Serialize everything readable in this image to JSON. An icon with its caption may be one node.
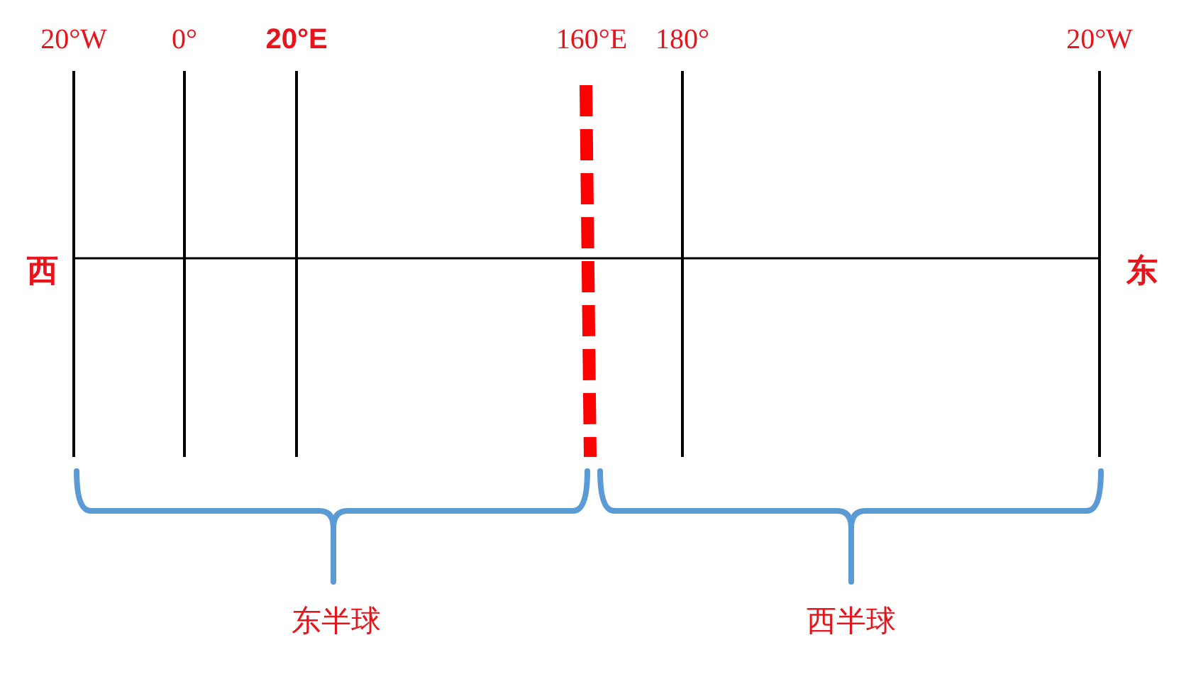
{
  "diagram": {
    "labels": [
      "20°W",
      "0°",
      "20°E",
      "160°E",
      "180°",
      "20°W",
      "西",
      "东",
      "东半球",
      "西半球"
    ]
  }
}
